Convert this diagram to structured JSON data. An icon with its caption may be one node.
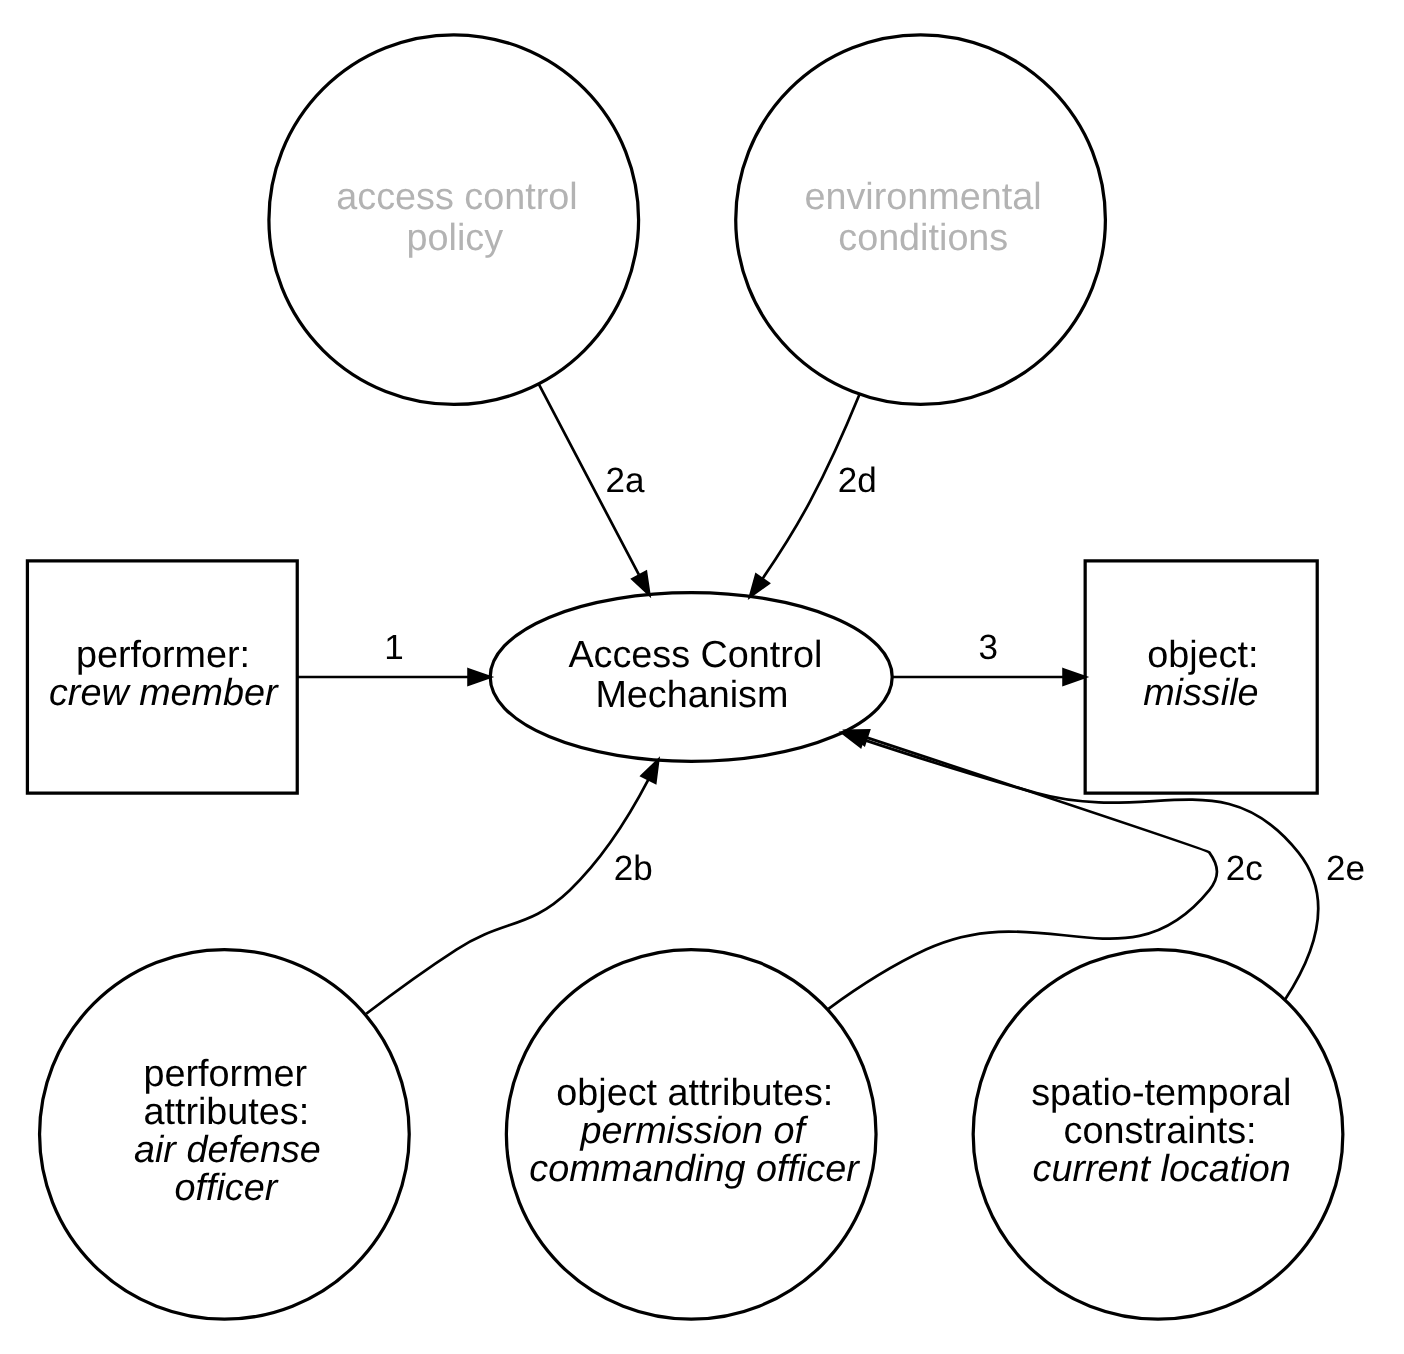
{
  "diagram": {
    "nodes": [
      {
        "text": [
          "access control policy"
        ]
      },
      {
        "text": [
          "environmental conditions"
        ]
      },
      {
        "text": [
          "performer:",
          "crew member"
        ]
      },
      {
        "text": [
          "Access Control Mechanism"
        ]
      },
      {
        "text": [
          "object:",
          "missile"
        ]
      },
      {
        "text": [
          "performer attributes:",
          "air defense officer"
        ]
      },
      {
        "text": [
          "object attributes:",
          "permission of commanding officer"
        ]
      },
      {
        "text": [
          "spatio-temporal constraints:",
          "current location"
        ]
      }
    ],
    "edges": [
      {
        "from": 2,
        "to": 3,
        "arrow": "to",
        "label": "1"
      },
      {
        "from": 0,
        "to": 3,
        "arrow": "to",
        "label": "2a"
      },
      {
        "from": 5,
        "to": 3,
        "arrow": "to",
        "label": "2b"
      },
      {
        "from": 6,
        "to": 3,
        "arrow": "to",
        "label": "2c"
      },
      {
        "from": 1,
        "to": 3,
        "arrow": "to",
        "label": "2d"
      },
      {
        "from": 7,
        "to": 3,
        "arrow": "to",
        "label": "2e"
      },
      {
        "from": 3,
        "to": 4,
        "arrow": "to",
        "label": "3"
      }
    ]
  }
}
